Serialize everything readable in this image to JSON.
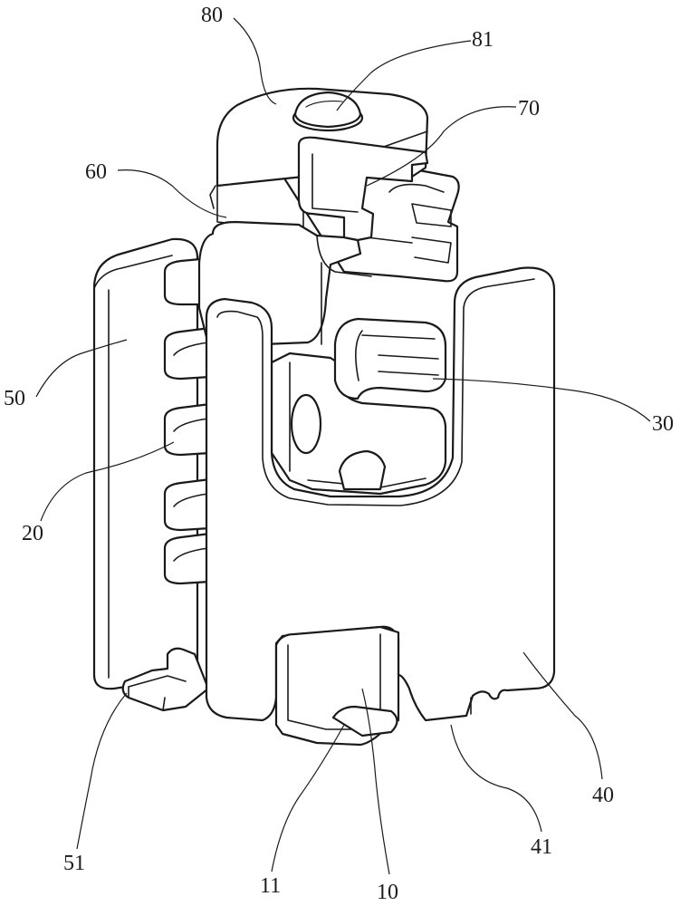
{
  "figure": {
    "labels": {
      "l80": "80",
      "l81": "81",
      "l70": "70",
      "l60": "60",
      "l50": "50",
      "l30": "30",
      "l20": "20",
      "l40": "40",
      "l51": "51",
      "l41": "41",
      "l11": "11",
      "l10": "10"
    }
  }
}
